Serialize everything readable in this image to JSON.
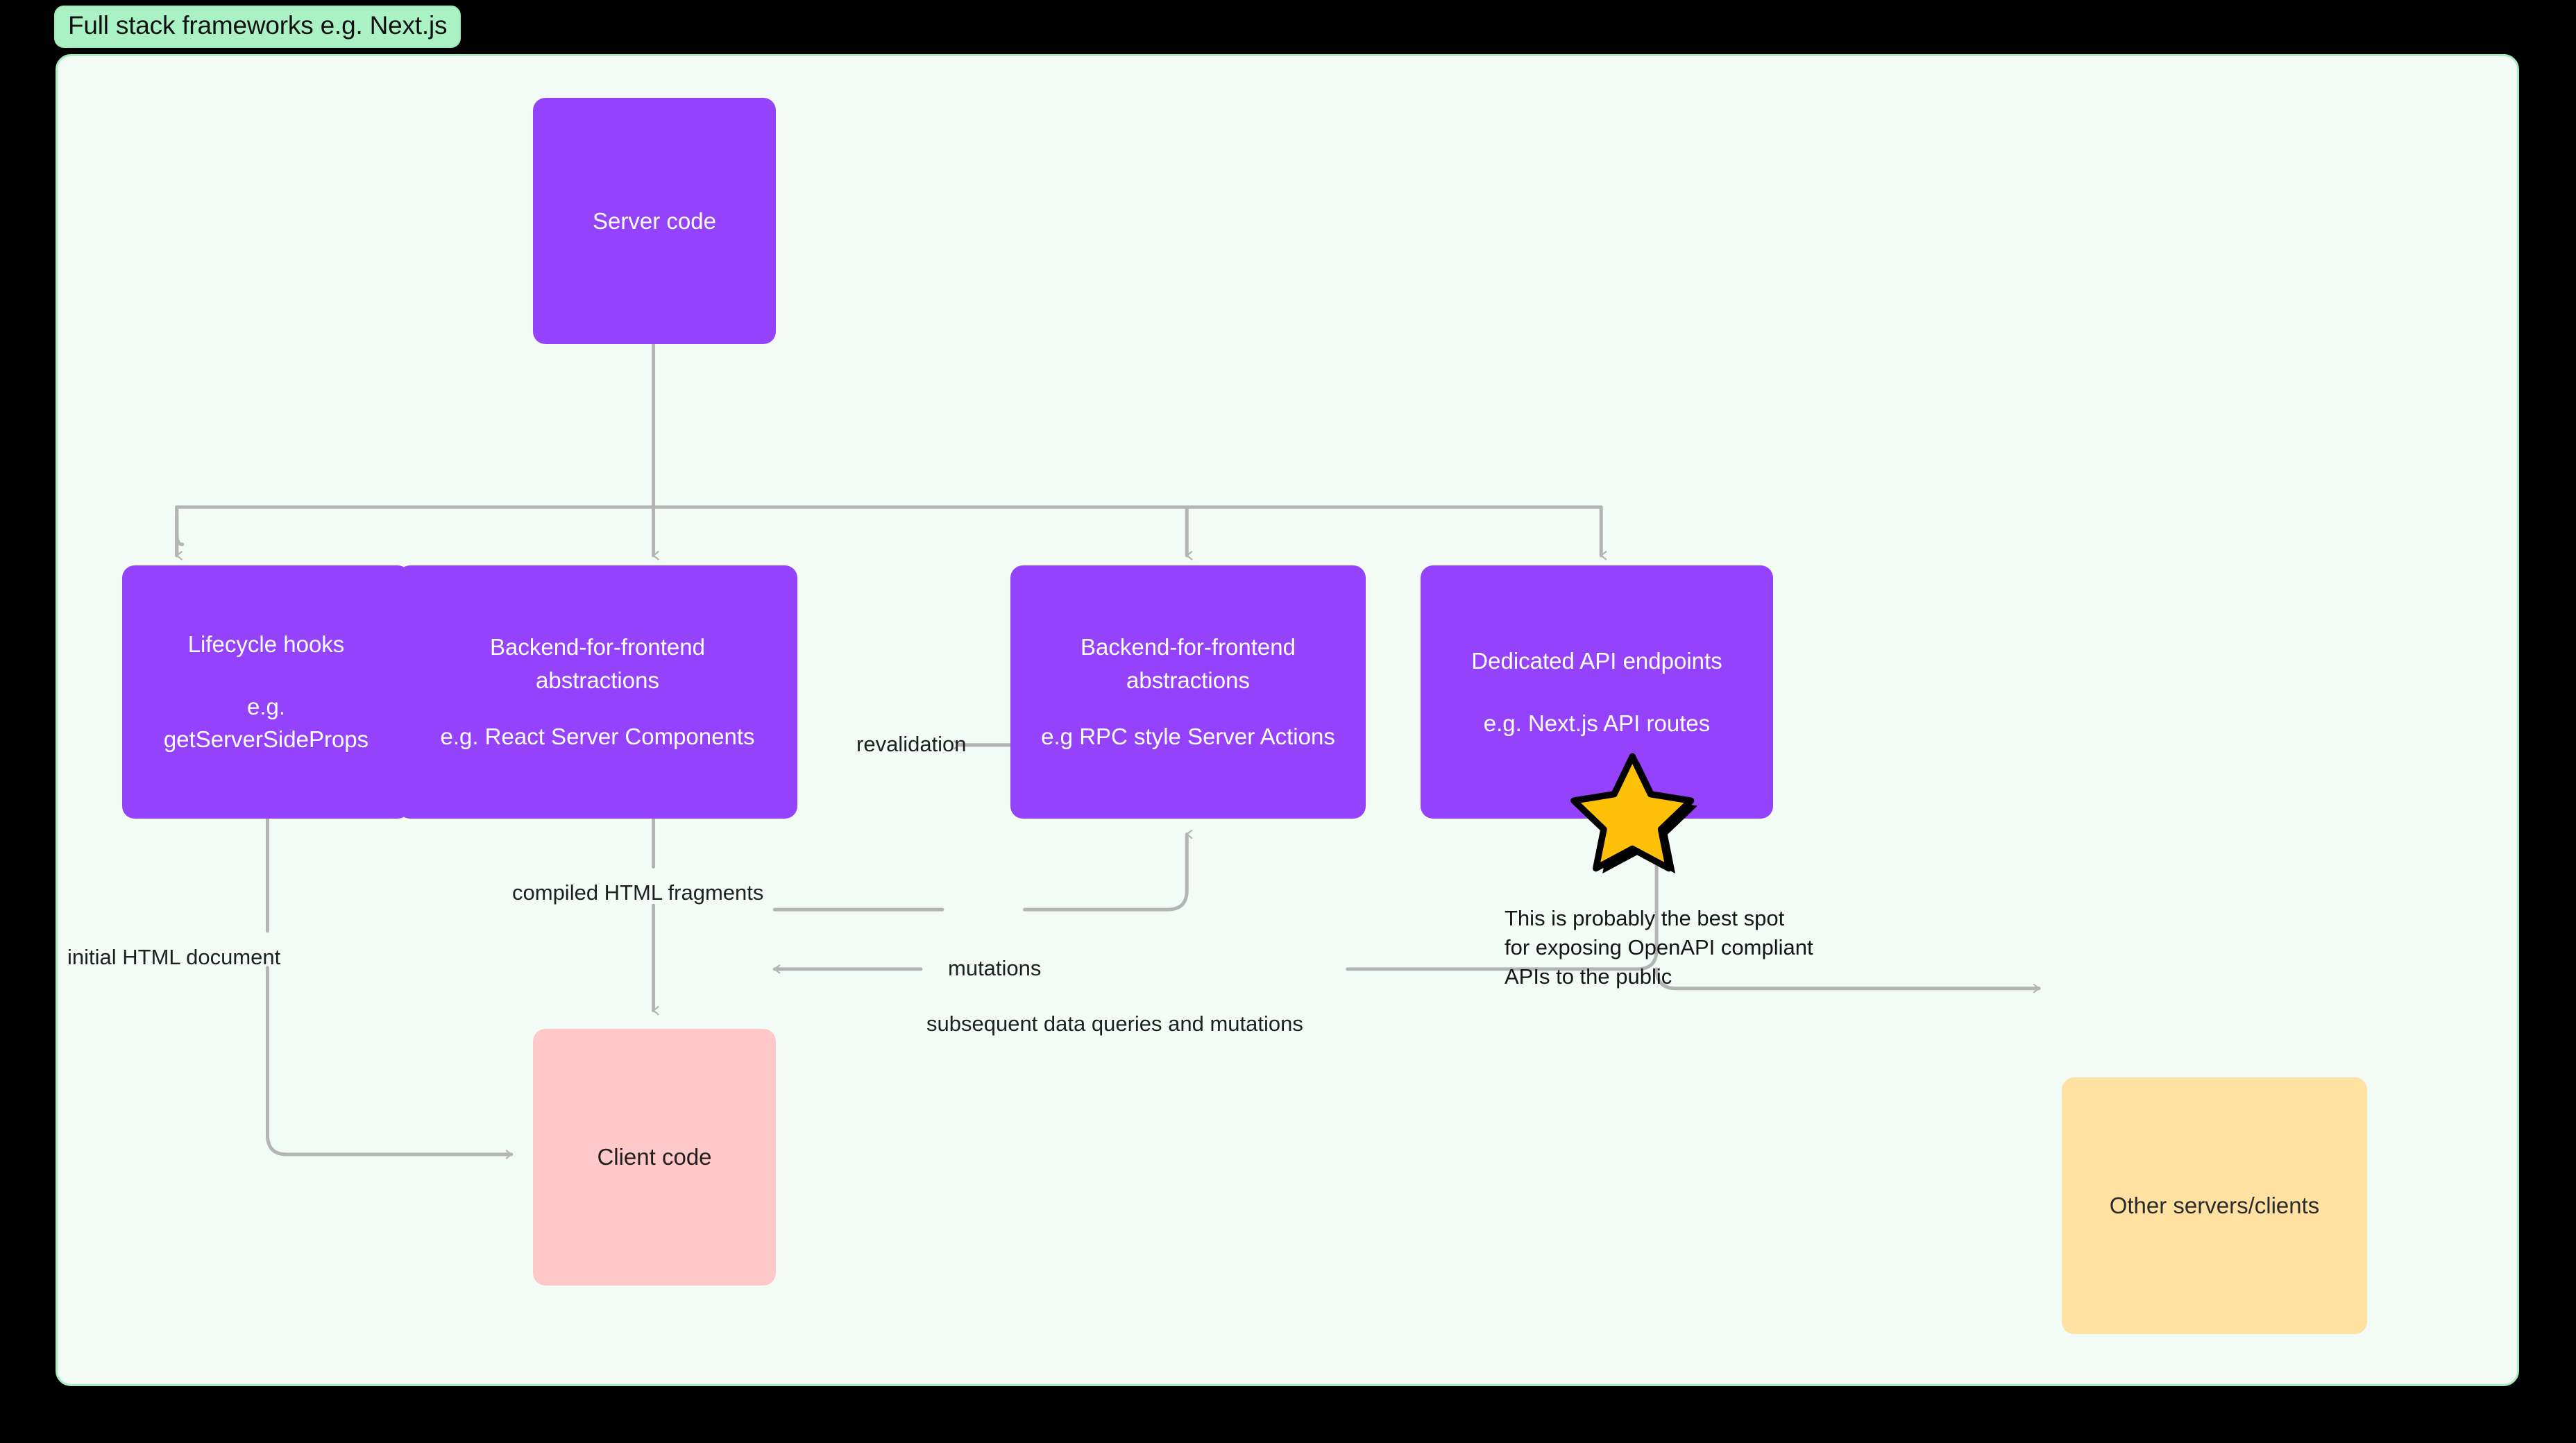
{
  "frame": {
    "title": "Full stack frameworks e.g. Next.js",
    "background_color": "#000000",
    "canvas_color": "#f2fbf5",
    "canvas_border_color": "#a8ecc0",
    "title_badge_color": "#aaf2c3"
  },
  "colors": {
    "server_node": "#9442fb",
    "client_node": "#ffc9c9",
    "external_node": "#ffe1a1",
    "edge": "#b4b4b4",
    "star_fill": "#ffc107",
    "star_outline": "#000000"
  },
  "nodes": [
    {
      "id": "server-code",
      "title": "Server code",
      "sub": ""
    },
    {
      "id": "lifecycle-hooks",
      "title": "Lifecycle hooks",
      "sub": "e.g.",
      "sub2": "getServerSideProps"
    },
    {
      "id": "bff-rsc",
      "title": "Backend-for-frontend",
      "title2": "abstractions",
      "sub": "e.g. React Server Components"
    },
    {
      "id": "bff-rpc",
      "title": "Backend-for-frontend",
      "title2": "abstractions",
      "sub": "e.g RPC style Server Actions"
    },
    {
      "id": "api-endpoints",
      "title": "Dedicated API endpoints",
      "sub": "e.g. Next.js API routes"
    },
    {
      "id": "client-code",
      "title": "Client code",
      "sub": ""
    },
    {
      "id": "other-servers",
      "title": "Other servers/clients",
      "sub": ""
    }
  ],
  "edge_labels": {
    "revalidation": "revalidation",
    "compiled_html_fragments": "compiled HTML fragments",
    "initial_html_document": "initial HTML document",
    "mutations": "mutations",
    "subsequent": "subsequent data queries and mutations"
  },
  "annotation": {
    "icon": "star-sticker",
    "line1": "This is probably the best spot",
    "line2": "for exposing OpenAPI compliant",
    "line3": "APIs to the public"
  }
}
